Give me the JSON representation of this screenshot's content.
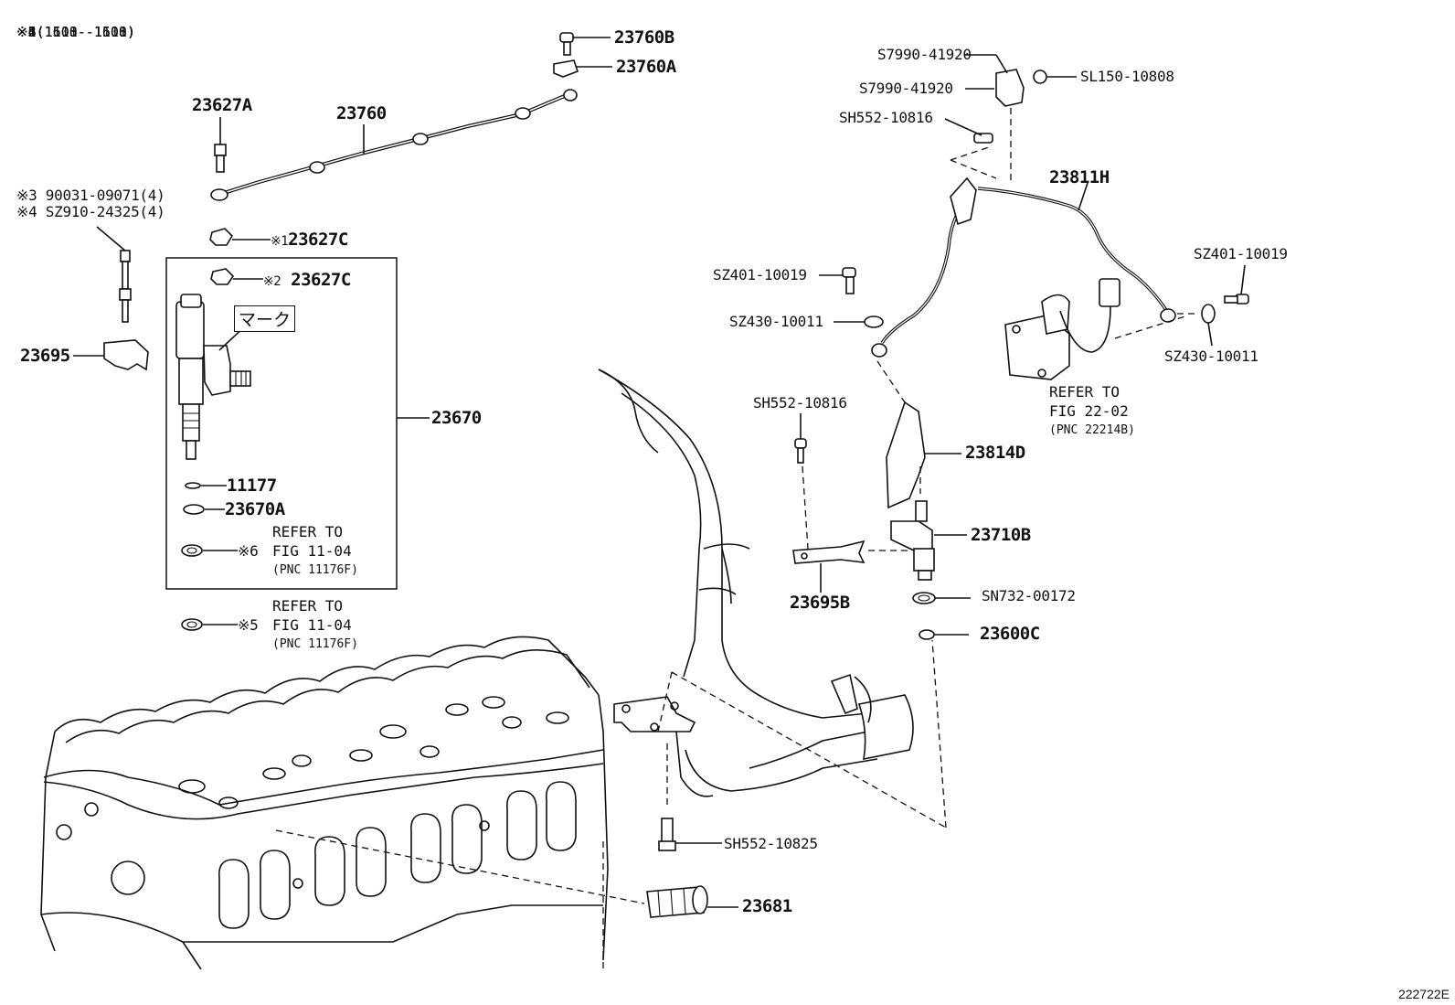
{
  "footnotes": [
    {
      "mark": "※1",
      "range": "(     -1110)"
    },
    {
      "mark": "※2",
      "range": "(1110-     )"
    },
    {
      "mark": "※3",
      "range": "(     -1501)"
    },
    {
      "mark": "※4",
      "range": "(1501-     )"
    },
    {
      "mark": "※5",
      "range": "(     -1608)"
    },
    {
      "mark": "※6",
      "range": "(1608-     )"
    }
  ],
  "parts": {
    "p23760B": "23760B",
    "p23760A": "23760A",
    "p23627A": "23627A",
    "p23760": "23760",
    "bolt_a": "※3 90031-09071(4)",
    "bolt_b": "※4 SZ910-24325(4)",
    "p23627C_1_mark": "※1",
    "p23627C_1": "23627C",
    "p23627C_2_mark": "※2",
    "p23627C_2": "23627C",
    "mark_label": "マーク",
    "p23695": "23695",
    "p23670": "23670",
    "p11177": "11177",
    "p23670A": "23670A",
    "ref6_mark": "※6",
    "ref5_mark": "※5",
    "pS7990a": "S7990-41920",
    "pS7990b": "S7990-41920",
    "pSL150": "SL150-10808",
    "pSH552a": "SH552-10816",
    "p23811H": "23811H",
    "pSZ401a": "SZ401-10019",
    "pSZ401b": "SZ401-10019",
    "pSZ430a": "SZ430-10011",
    "pSZ430b": "SZ430-10011",
    "pSH552b": "SH552-10816",
    "p23814D": "23814D",
    "p23710B": "23710B",
    "p23695B": "23695B",
    "pSN732": "SN732-00172",
    "p23600C": "23600C",
    "pSH552c": "SH552-10825",
    "p23681": "23681"
  },
  "refs": {
    "fig11_a": {
      "line1": "REFER TO",
      "line2": "FIG 11-04",
      "pnc": "(PNC 11176F)"
    },
    "fig11_b": {
      "line1": "REFER TO",
      "line2": "FIG 11-04",
      "pnc": "(PNC 11176F)"
    },
    "fig22": {
      "line1": "REFER TO",
      "line2": "FIG 22-02",
      "pnc": "(PNC 22214B)"
    }
  },
  "figure_id": "222722E"
}
